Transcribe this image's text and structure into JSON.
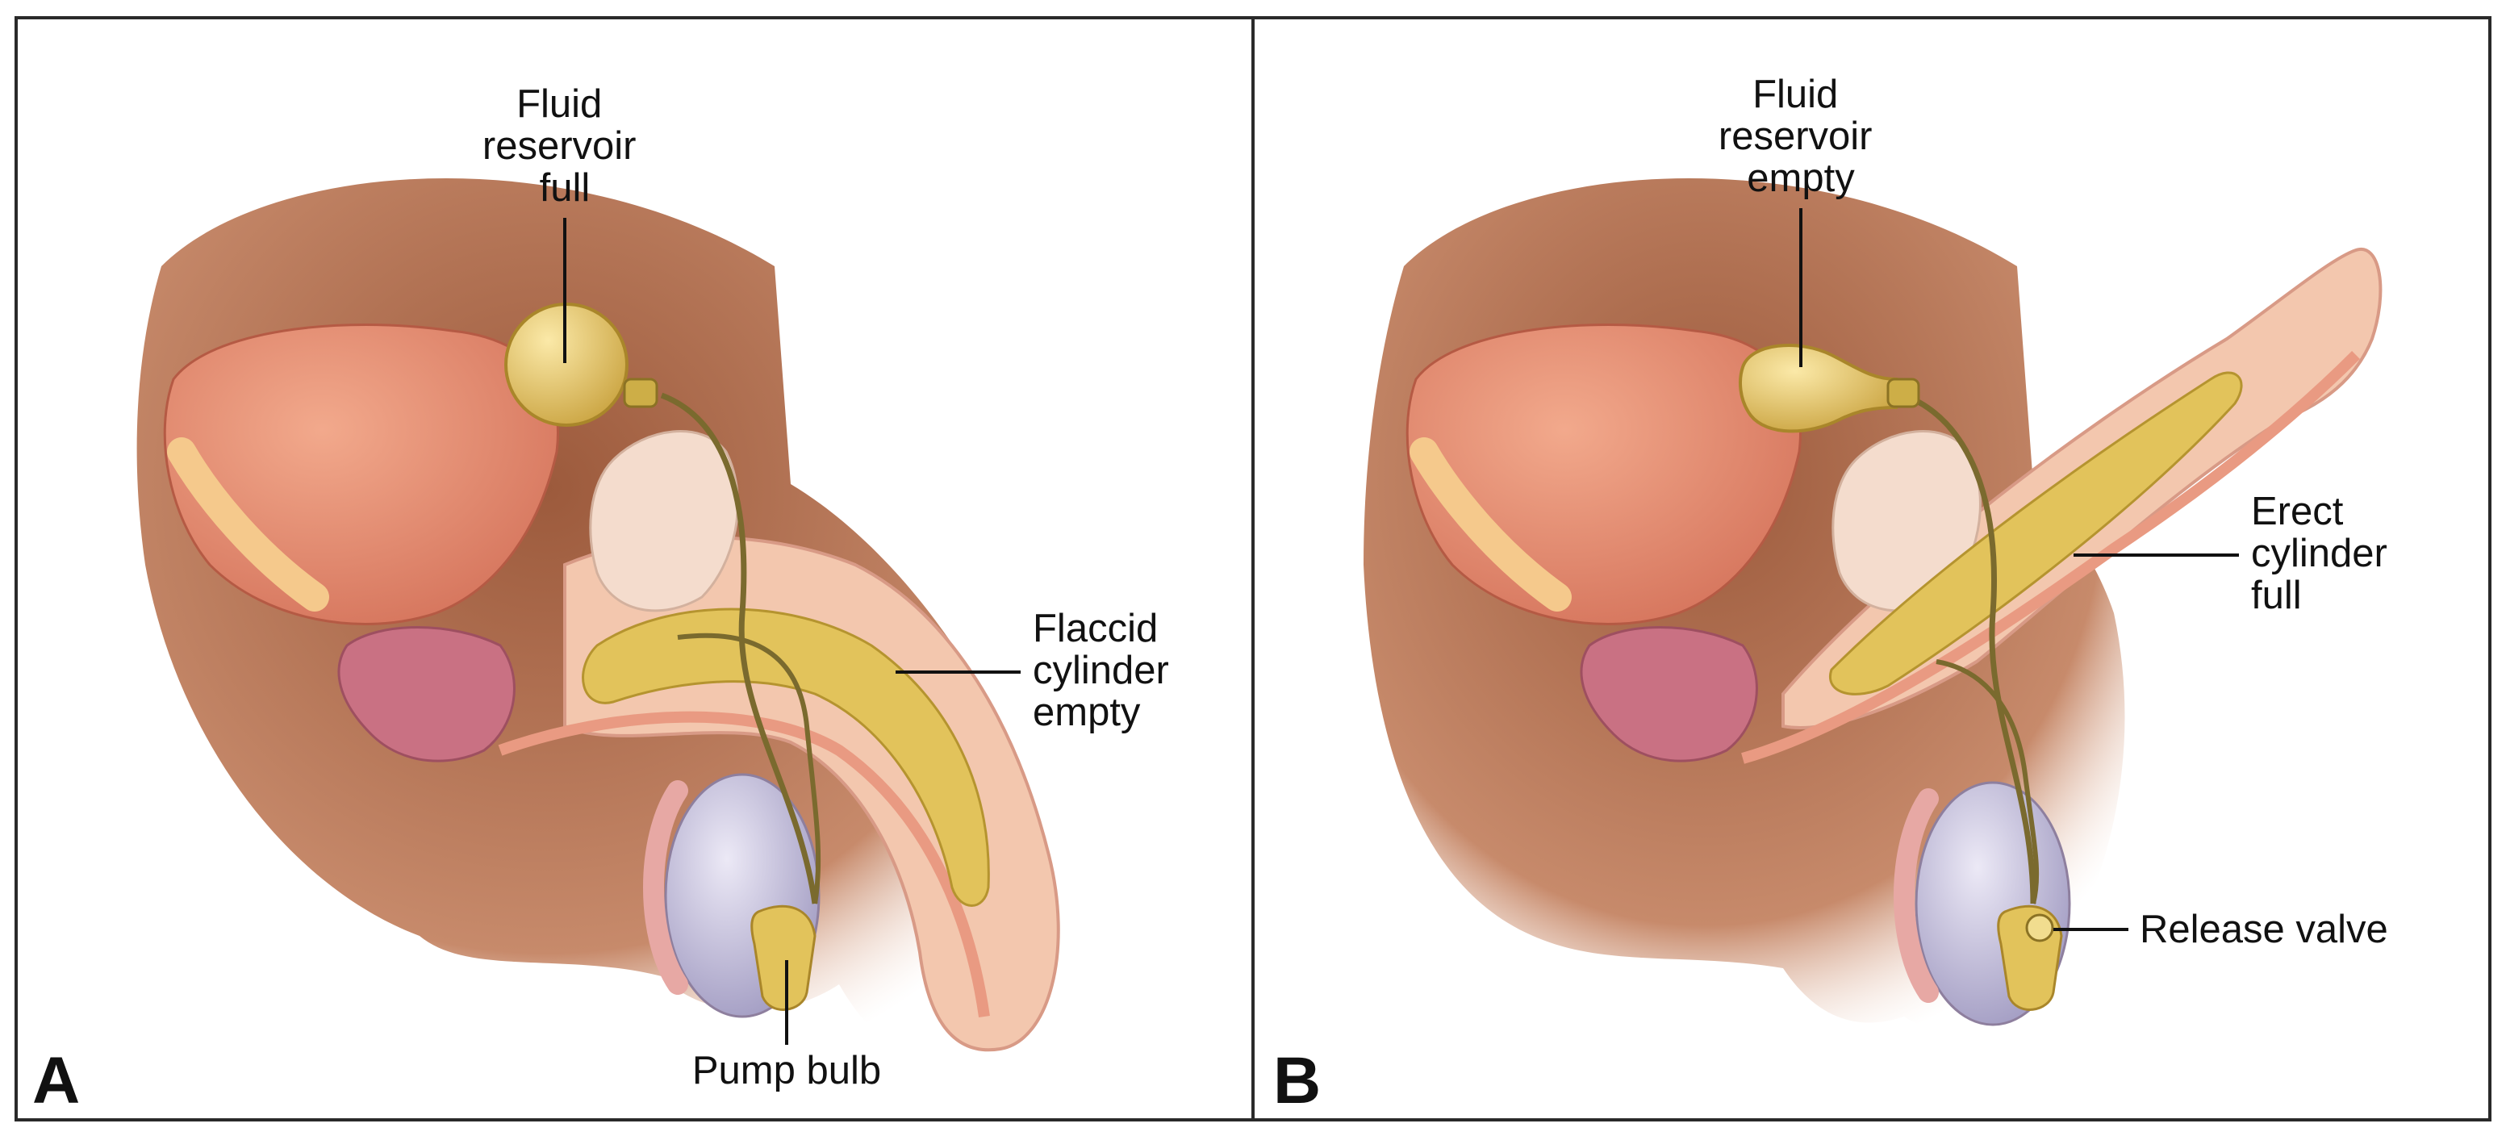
{
  "panels": [
    {
      "letter": "A",
      "labels": {
        "reservoir": [
          "Fluid",
          "reservoir",
          "full"
        ],
        "cylinder": [
          "Flaccid",
          "cylinder",
          "empty"
        ],
        "pump": "Pump bulb"
      }
    },
    {
      "letter": "B",
      "labels": {
        "reservoir": [
          "Fluid",
          "reservoir",
          "empty"
        ],
        "cylinder": [
          "Erect",
          "cylinder",
          "full"
        ],
        "valve": "Release valve"
      }
    }
  ],
  "colors": {
    "frame": "#2a2a2a",
    "body_shadow": "#c4896a",
    "tissue": "#f3c7ae",
    "bladder": "#e58f72",
    "prostate": "#c97183",
    "testis": "#aeaacc",
    "device": "#e2c35b",
    "tube": "#7a6a2e"
  }
}
